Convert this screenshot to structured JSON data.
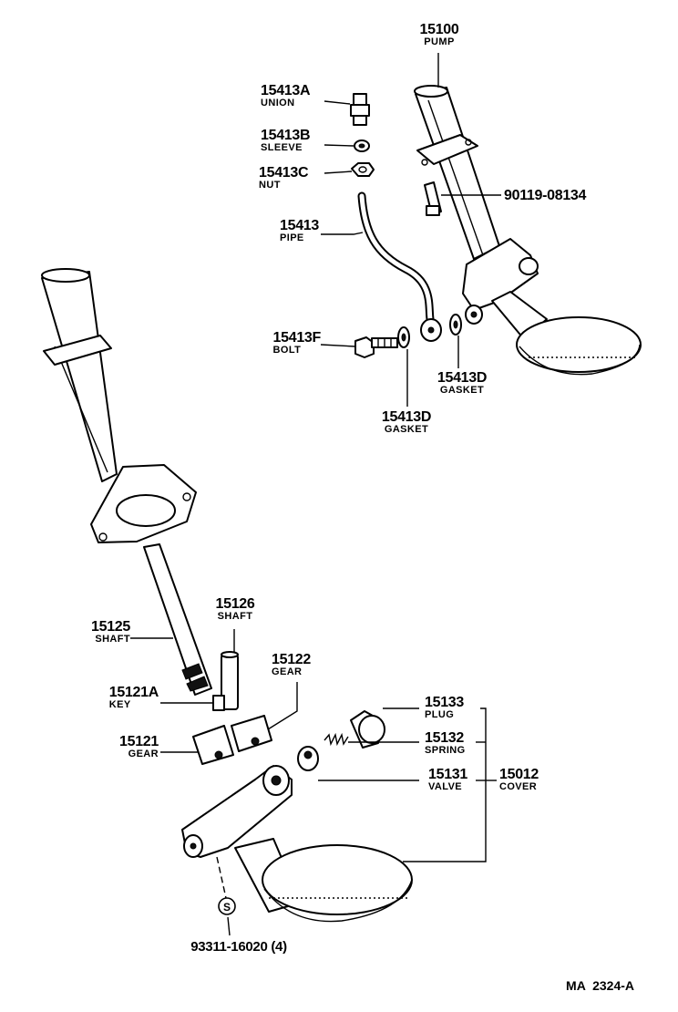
{
  "parts": {
    "pump": {
      "number": "15100",
      "name": "PUMP"
    },
    "union": {
      "number": "15413A",
      "name": "UNION"
    },
    "sleeve": {
      "number": "15413B",
      "name": "SLEEVE"
    },
    "nut": {
      "number": "15413C",
      "name": "NUT"
    },
    "bolt_top": {
      "number": "90119-08134"
    },
    "pipe": {
      "number": "15413",
      "name": "PIPE"
    },
    "bolt": {
      "number": "15413F",
      "name": "BOLT"
    },
    "gasket_a": {
      "number": "15413D",
      "name": "GASKET"
    },
    "gasket_b": {
      "number": "15413D",
      "name": "GASKET"
    },
    "shaft_b": {
      "number": "15126",
      "name": "SHAFT"
    },
    "shaft_a": {
      "number": "15125",
      "name": "SHAFT"
    },
    "gear_b": {
      "number": "15122",
      "name": "GEAR"
    },
    "key": {
      "number": "15121A",
      "name": "KEY"
    },
    "gear_a": {
      "number": "15121",
      "name": "GEAR"
    },
    "plug": {
      "number": "15133",
      "name": "PLUG"
    },
    "spring": {
      "number": "15132",
      "name": "SPRING"
    },
    "valve": {
      "number": "15131",
      "name": "VALVE"
    },
    "cover": {
      "number": "15012",
      "name": "COVER"
    },
    "screw": {
      "number": "93311-16020 (4)",
      "symbol": "S"
    }
  },
  "drawing_code": "MA  2324-A"
}
